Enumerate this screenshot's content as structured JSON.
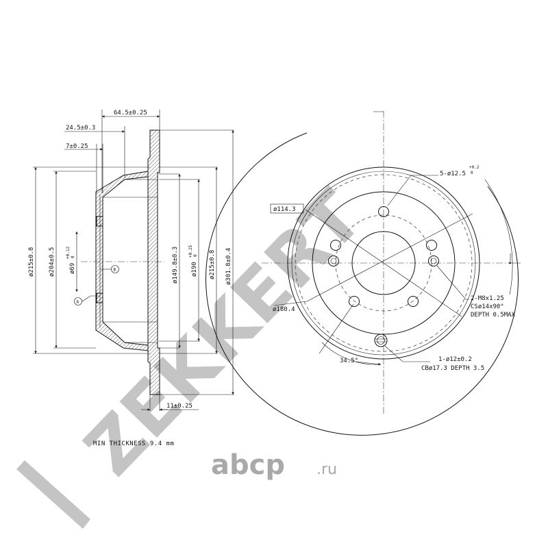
{
  "watermark": {
    "brand_text": "ZEKKERT",
    "logo_text": "abcp",
    "logo_suffix": ".ru"
  },
  "side_view": {
    "dim_64_5": "64.5±0.25",
    "dim_24_5": "24.5±0.3",
    "dim_7": "7±0.25",
    "dim_215_left": "ø215±0.8",
    "dim_204": "ø204±0.5",
    "dim_69": "ø69",
    "dim_69_tol_upper": "+0.12",
    "dim_69_tol_lower": "0",
    "dim_149": "ø149.8±0.3",
    "dim_190": "ø190",
    "dim_190_tol_upper": "+0.25",
    "dim_190_tol_lower": "0",
    "dim_215_right": "ø215±0.8",
    "dim_301": "ø301.8±0.4",
    "dim_11": "11±0.25",
    "datum_a": "A",
    "datum_b": "B"
  },
  "front_view": {
    "dim_114": "ø114.3",
    "dim_180": "ø180.4",
    "holes_5": "5-ø12.5",
    "holes_5_tol_upper": "+0.2",
    "holes_5_tol_lower": "0",
    "thread_line1": "2-M8x1.25",
    "thread_line2": "CSø14x90°",
    "thread_line3": "DEPTH 0.5MAX",
    "angle": "34.5°",
    "hole_line1": "1-ø12±0.2",
    "hole_line2": "CBø17.3 DEPTH 3.5"
  },
  "notes": {
    "min_thickness": "MIN THICKNESS 9.4 mm"
  }
}
